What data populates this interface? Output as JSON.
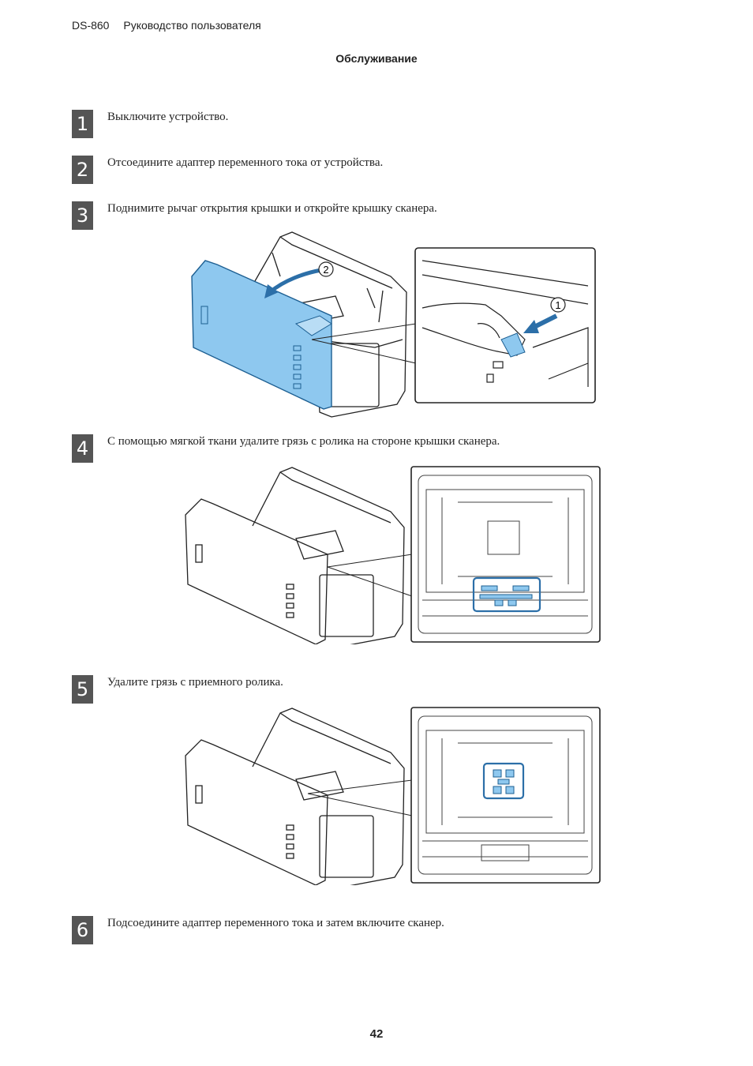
{
  "header": {
    "model": "DS-860",
    "title": "Руководство пользователя",
    "section": "Обслуживание"
  },
  "steps": [
    {
      "num": "1",
      "text": "Выключите устройство."
    },
    {
      "num": "2",
      "text": "Отсоедините адаптер переменного тока от устройства."
    },
    {
      "num": "3",
      "text": "Поднимите рычаг открытия крышки и откройте крышку сканера."
    },
    {
      "num": "4",
      "text": "С помощью мягкой ткани удалите грязь с ролика на стороне крышки сканера."
    },
    {
      "num": "5",
      "text": "Удалите грязь с приемного ролика."
    },
    {
      "num": "6",
      "text": "Подсоедините адаптер переменного тока и затем включите сканер."
    }
  ],
  "figure1": {
    "callout_1": "1",
    "callout_2": "2"
  },
  "colors": {
    "cover_blue": "#8ec8ef",
    "highlight_blue": "#2c6fa8",
    "step_badge": "#555555"
  },
  "page_number": "42"
}
